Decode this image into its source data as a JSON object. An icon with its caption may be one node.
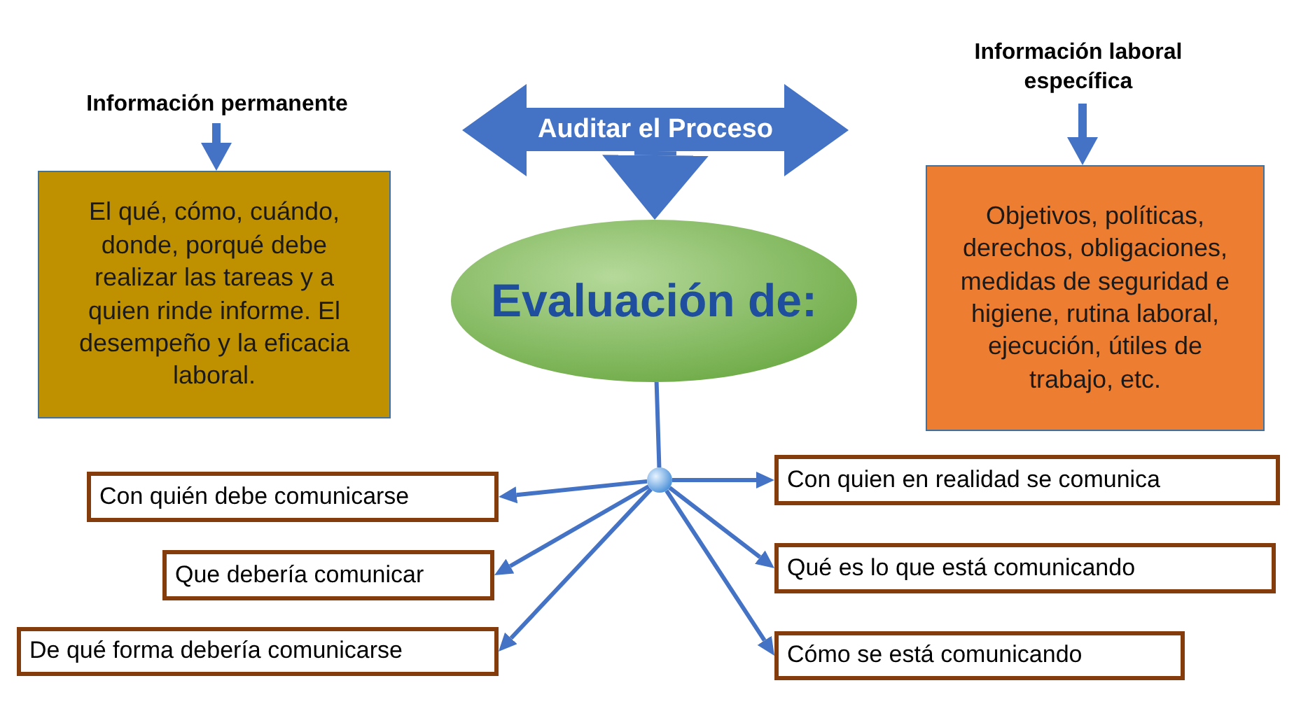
{
  "diagram": {
    "nodes": [
      {
        "text": [
          "Información permanente"
        ]
      },
      {
        "text": [
          "El qué, cómo, cuándo, donde, porqué debe realizar las tareas y a quien rinde informe. El desempeño y la eficacia laboral."
        ]
      },
      {
        "text": [
          "Auditar el Proceso"
        ]
      },
      {
        "text": [
          "Evaluación de:"
        ]
      },
      {
        "text": [
          "Información  laboral específica"
        ]
      },
      {
        "text": [
          "Objetivos, políticas, derechos, obligaciones, medidas de seguridad e higiene, rutina laboral, ejecución, útiles de trabajo, etc."
        ]
      },
      {
        "text": [],
        "shape": "circle"
      },
      {
        "text": [
          "Con quién debe comunicarse"
        ]
      },
      {
        "text": [
          "Que debería comunicar"
        ]
      },
      {
        "text": [
          "De qué forma debería comunicarse"
        ]
      },
      {
        "text": [
          "Con quien en realidad se comunica"
        ]
      },
      {
        "text": [
          "Qué es lo que está comunicando"
        ]
      },
      {
        "text": [
          "Cómo se está comunicando"
        ]
      }
    ],
    "edges": [
      {
        "from": 0,
        "to": 1,
        "arrow": "to",
        "style": "thick"
      },
      {
        "from": 2,
        "to": 3,
        "arrow": "to",
        "style": "thick"
      },
      {
        "from": 4,
        "to": 5,
        "arrow": "to",
        "style": "thick"
      },
      {
        "from": 3,
        "to": 6,
        "arrow": "none"
      },
      {
        "from": 6,
        "to": 7,
        "arrow": "to"
      },
      {
        "from": 6,
        "to": 8,
        "arrow": "to"
      },
      {
        "from": 6,
        "to": 9,
        "arrow": "to"
      },
      {
        "from": 6,
        "to": 10,
        "arrow": "to"
      },
      {
        "from": 6,
        "to": 11,
        "arrow": "to"
      },
      {
        "from": 6,
        "to": 12,
        "arrow": "to"
      }
    ]
  }
}
